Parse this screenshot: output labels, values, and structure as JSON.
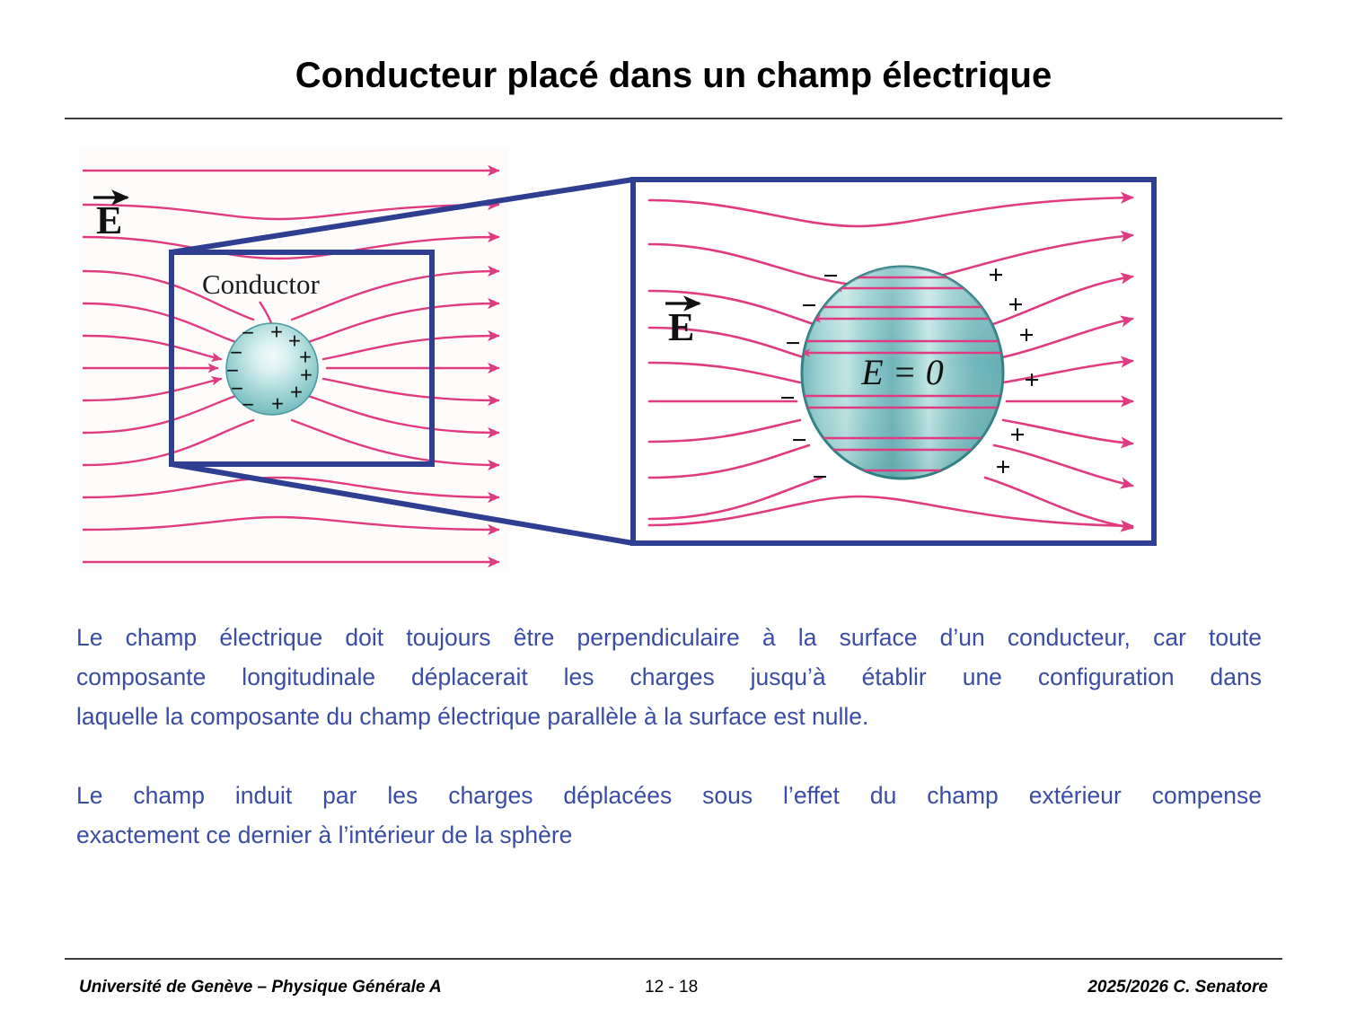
{
  "slide": {
    "title": "Conducteur placé dans un champ électrique"
  },
  "figure": {
    "left_panel": {
      "field_label": "E",
      "conductor_label": "Conductor",
      "description": "Uniform electric field lines distorted by a spherical conductor; induced negative charges on the left hemisphere, positive charges on the right hemisphere."
    },
    "right_panel": {
      "field_label": "E",
      "interior_label": "E = 0",
      "negative_sign": "−",
      "positive_sign": "+",
      "description": "Magnified view of the conductor showing the internal induced field arrows exactly cancelling the external field so that E = 0 inside."
    },
    "colors": {
      "field_line": "#e03a80",
      "frame_blue": "#2e3f92",
      "sphere_edge": "#2f7f85",
      "sphere_light": "#d9efee",
      "sphere_mid": "#8fcbcd",
      "sphere_dark": "#5aa8ad"
    }
  },
  "body": {
    "paragraph_1": [
      "Le champ électrique doit toujours être perpendiculaire à la surface d’un conducteur, car toute",
      "composante longitudinale déplacerait les charges jusqu’à établir une configuration dans",
      "laquelle la composante du champ électrique parallèle à la surface est nulle."
    ],
    "paragraph_2": [
      "Le champ induit par les charges déplacées sous l’effet du champ extérieur compense",
      "exactement ce dernier à l’intérieur de la sphère"
    ],
    "text_color": "#3a4ca6"
  },
  "footer": {
    "left": "Université de Genève – Physique Générale A",
    "page": "12 - 18",
    "right": "2025/2026  C. Senatore"
  }
}
